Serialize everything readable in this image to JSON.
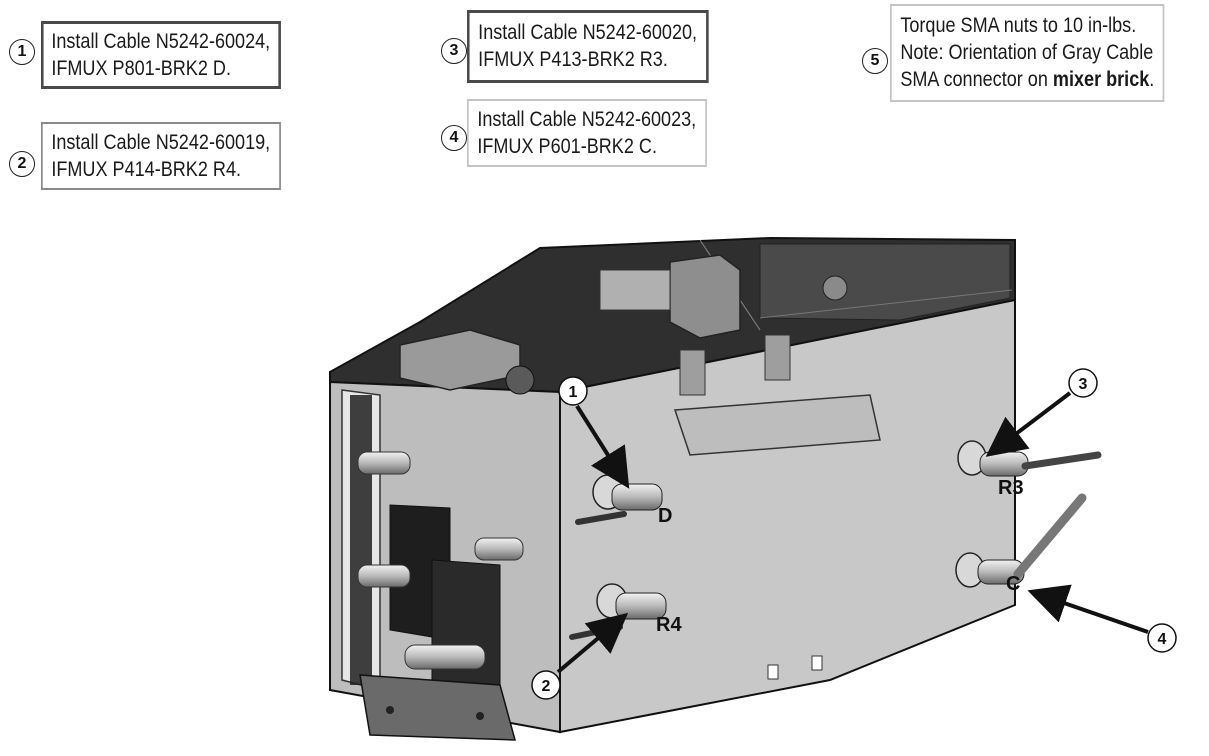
{
  "steps": [
    {
      "number": "1",
      "line1": "Install Cable N5242-60024,",
      "line2": "IFMUX P801-BRK2 D."
    },
    {
      "number": "2",
      "line1": "Install Cable N5242-60019,",
      "line2": "IFMUX P414-BRK2 R4."
    },
    {
      "number": "3",
      "line1": "Install Cable N5242-60020,",
      "line2": "IFMUX P413-BRK2 R3."
    },
    {
      "number": "4",
      "line1": "Install Cable N5242-60023,",
      "line2": "IFMUX P601-BRK2 C."
    }
  ],
  "note": {
    "number": "5",
    "line1": "Torque SMA nuts to 10 in-lbs.",
    "line2": "Note: Orientation of Gray Cable",
    "line3_pre": "SMA connector on ",
    "line3_bold": "mixer brick",
    "line3_post": "."
  },
  "callouts": [
    {
      "number": "1",
      "port": "D"
    },
    {
      "number": "2",
      "port": "R4"
    },
    {
      "number": "3",
      "port": "R3"
    },
    {
      "number": "4",
      "port": "C"
    }
  ]
}
